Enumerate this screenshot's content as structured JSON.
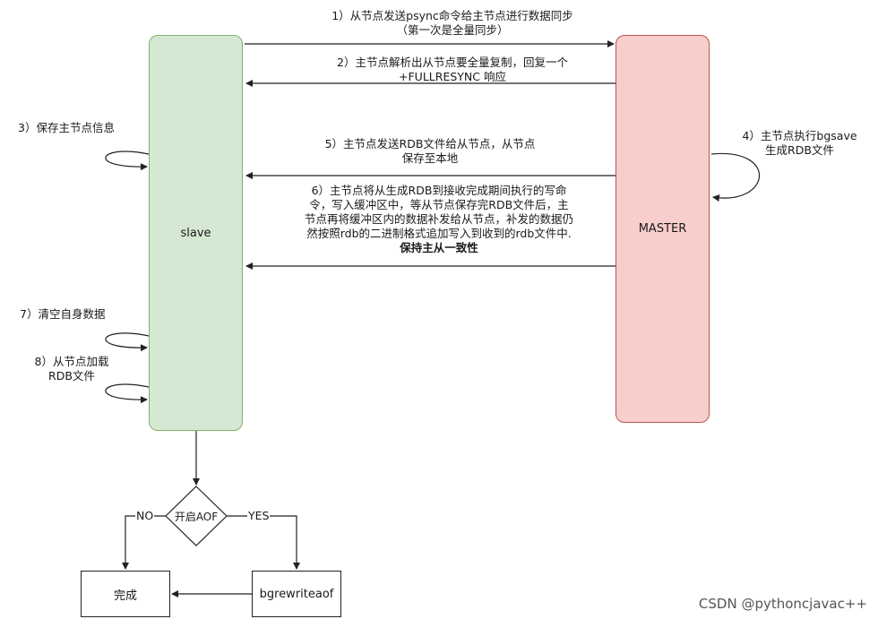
{
  "nodes": {
    "slave": "slave",
    "master": "MASTER",
    "condition": "开启AOF",
    "done": "完成",
    "bgrewriteaof": "bgrewriteaof"
  },
  "steps": {
    "s1": [
      "1）从节点发送psync命令给主节点进行数据同步",
      "（第一次是全量同步）"
    ],
    "s2": [
      "2）主节点解析出从节点要全量复制，回复一个",
      "+FULLRESYNC 响应"
    ],
    "s3": [
      "3）保存主节点信息"
    ],
    "s4": [
      "4）主节点执行bgsave",
      "生成RDB文件"
    ],
    "s5": [
      "5）主节点发送RDB文件给从节点，从节点",
      "保存至本地"
    ],
    "s6": [
      "6）主节点将从生成RDB到接收完成期间执行的写命",
      "令，写入缓冲区中，等从节点保存完RDB文件后，主",
      "节点再将缓冲区内的数据补发给从节点，补发的数据仍",
      "然按照rdb的二进制格式追加写入到收到的rdb文件中."
    ],
    "s6_bold": "保持主从一致性",
    "s7": [
      "7）清空自身数据"
    ],
    "s8": [
      "8）从节点加载",
      "RDB文件"
    ]
  },
  "branches": {
    "no": "NO",
    "yes": "YES"
  },
  "watermark": "CSDN @pythoncjavac++"
}
